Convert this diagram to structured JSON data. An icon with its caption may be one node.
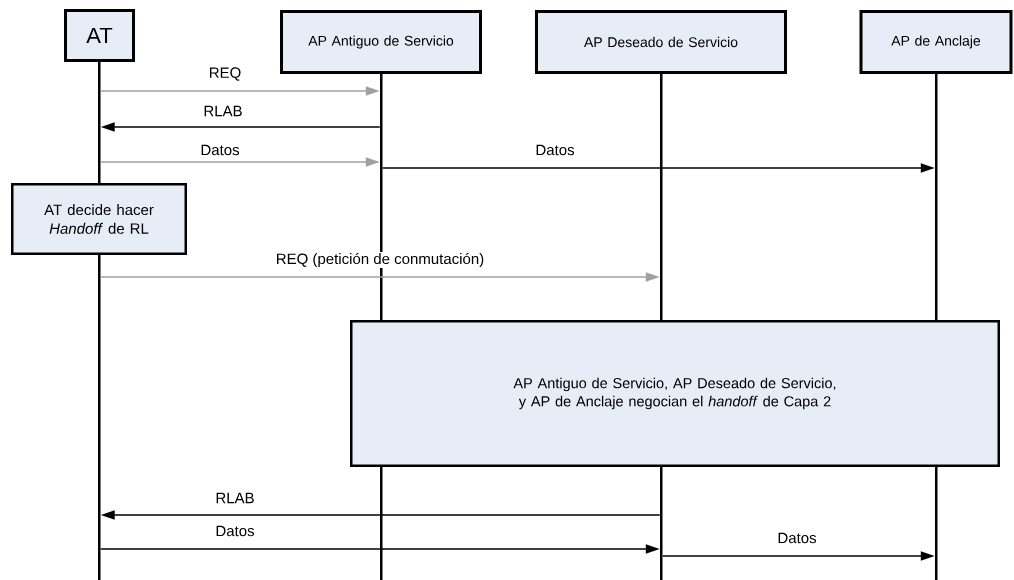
{
  "diagram": {
    "nodes": [
      {
        "text": [
          "AT"
        ]
      },
      {
        "text": [
          "AP Antiguo de Servicio"
        ]
      },
      {
        "text": [
          "AP Deseado de Servicio"
        ]
      },
      {
        "text": [
          "AP de Anclaje"
        ]
      },
      {
        "text": [],
        "shape": "bar"
      },
      {
        "text": [],
        "shape": "bar"
      },
      {
        "text": [],
        "shape": "bar"
      },
      {
        "text": [],
        "shape": "bar"
      },
      {
        "text": [
          "AT decide hacer *Handoff* de RL"
        ]
      },
      {
        "text": [],
        "shape": "bar"
      },
      {
        "text": [
          "AP Antiguo de Servicio, AP Deseado de Servicio, y AP de Anclaje negocian el *handoff* de Capa 2"
        ]
      },
      {
        "text": [],
        "shape": "bar"
      },
      {
        "text": [],
        "shape": "bar"
      },
      {
        "text": [],
        "shape": "bar"
      }
    ],
    "edges": [
      {
        "from": 4,
        "to": 5,
        "arrow": "to",
        "label": "REQ",
        "color": "#a0a0a0"
      },
      {
        "from": 5,
        "to": 4,
        "arrow": "to",
        "label": "RLAB"
      },
      {
        "from": 4,
        "to": 5,
        "arrow": "to",
        "label": "Datos",
        "color": "#a0a0a0"
      },
      {
        "from": 5,
        "to": 7,
        "arrow": "to",
        "label": "Datos"
      },
      {
        "from": 9,
        "to": 6,
        "arrow": "to",
        "label": "REQ (petición de conmutación)",
        "color": "#a0a0a0"
      },
      {
        "from": 12,
        "to": 9,
        "arrow": "to",
        "label": "RLAB"
      },
      {
        "from": 9,
        "to": 12,
        "arrow": "to",
        "label": "Datos"
      },
      {
        "from": 12,
        "to": 13,
        "arrow": "to",
        "label": "Datos"
      }
    ]
  }
}
